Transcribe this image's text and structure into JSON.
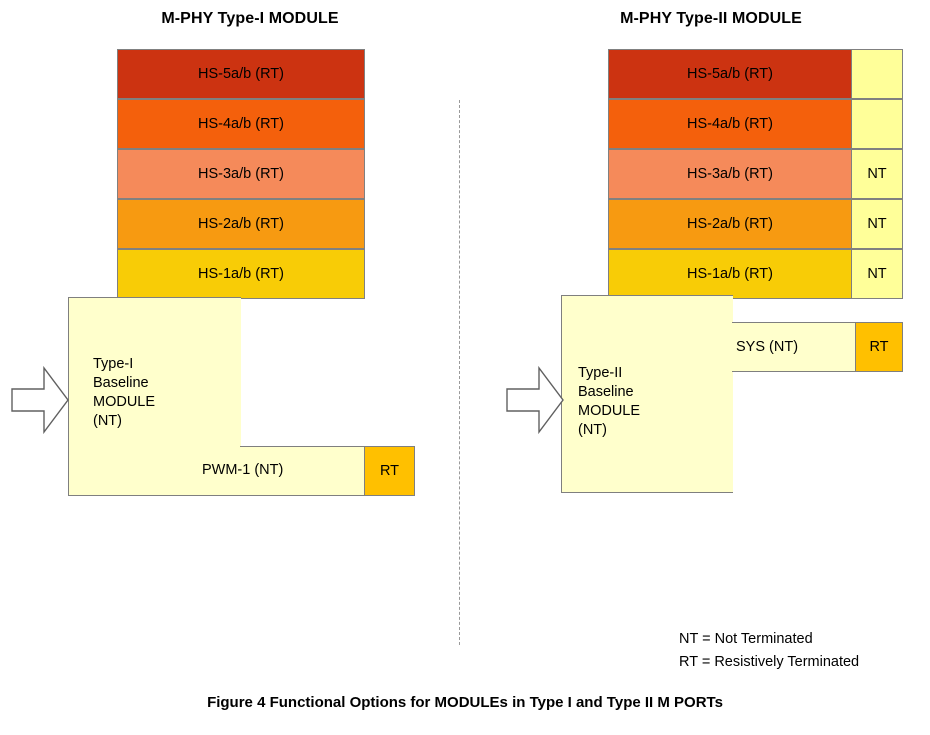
{
  "figure": {
    "caption": "Figure 4 Functional Options for MODULEs in Type I and Type II M PORTs"
  },
  "legend": {
    "nt": "NT = Not Terminated",
    "rt": "RT = Resistively Terminated"
  },
  "colors": {
    "hs5": "#CC3311",
    "hs4": "#F4600C",
    "hs3": "#F58A5A",
    "hs2": "#F79A11",
    "hs1": "#F8CC06",
    "baseline": "#FFFFCC",
    "nt_cell": "#FFFF99",
    "rt_box": "#FFC000",
    "outline": "#808080",
    "divider": "#9A9A9A"
  },
  "panels": [
    {
      "title": "M-PHY Type-I MODULE",
      "lanes": [
        {
          "label": "HS-5a/b (RT)",
          "color": "#CC3311",
          "side": ""
        },
        {
          "label": "HS-4a/b (RT)",
          "color": "#F4600C",
          "side": ""
        },
        {
          "label": "HS-3a/b (RT)",
          "color": "#F58A5A",
          "side": ""
        },
        {
          "label": "HS-2a/b (RT)",
          "color": "#F79A11",
          "side": ""
        },
        {
          "label": "HS-1a/b (RT)",
          "color": "#F8CC06",
          "side": ""
        }
      ],
      "baseline": "Type-I\nBaseline\nMODULE\n(NT)",
      "arm_label": "PWM-1 (NT)",
      "arm_terminator": "RT"
    },
    {
      "title": "M-PHY Type-II MODULE",
      "lanes": [
        {
          "label": "HS-5a/b (RT)",
          "color": "#CC3311",
          "side": ""
        },
        {
          "label": "HS-4a/b (RT)",
          "color": "#F4600C",
          "side": ""
        },
        {
          "label": "HS-3a/b (RT)",
          "color": "#F58A5A",
          "side": "NT"
        },
        {
          "label": "HS-2a/b (RT)",
          "color": "#F79A11",
          "side": "NT"
        },
        {
          "label": "HS-1a/b (RT)",
          "color": "#F8CC06",
          "side": "NT"
        }
      ],
      "baseline": "Type-II\nBaseline\nMODULE\n(NT)",
      "arm_label": "SYS (NT)",
      "arm_terminator": "RT"
    }
  ]
}
